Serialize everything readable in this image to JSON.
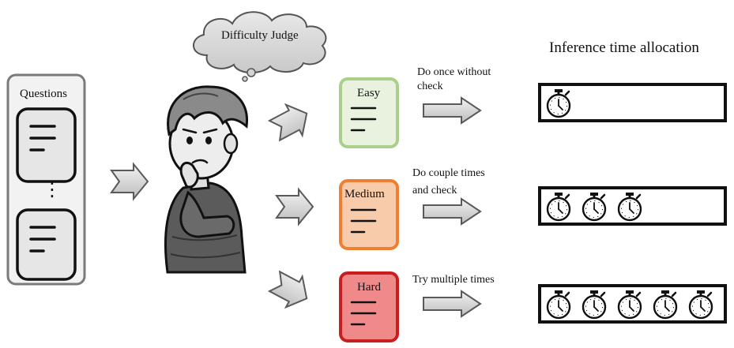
{
  "title": "Inference time allocation",
  "judge_label": "Difficulty Judge",
  "questions_label": "Questions",
  "ellipsis": "⋮",
  "levels": [
    {
      "name": "Easy",
      "action_lines": [
        "Do once without",
        "check"
      ],
      "timer_count": 1,
      "fill": "#e9f2df",
      "stroke": "#a9cf8a"
    },
    {
      "name": "Medium",
      "action_lines": [
        "Do couple times",
        "and check"
      ],
      "timer_count": 3,
      "fill": "#f8ccaa",
      "stroke": "#ef7f32"
    },
    {
      "name": "Hard",
      "action_lines": [
        "Try multiple times"
      ],
      "timer_count": 5,
      "fill": "#f08a8a",
      "stroke": "#c81e1e"
    }
  ],
  "icons": [
    "thought-cloud-icon",
    "document-icon",
    "person-thinking-icon",
    "arrow-icon",
    "stopwatch-icon"
  ]
}
